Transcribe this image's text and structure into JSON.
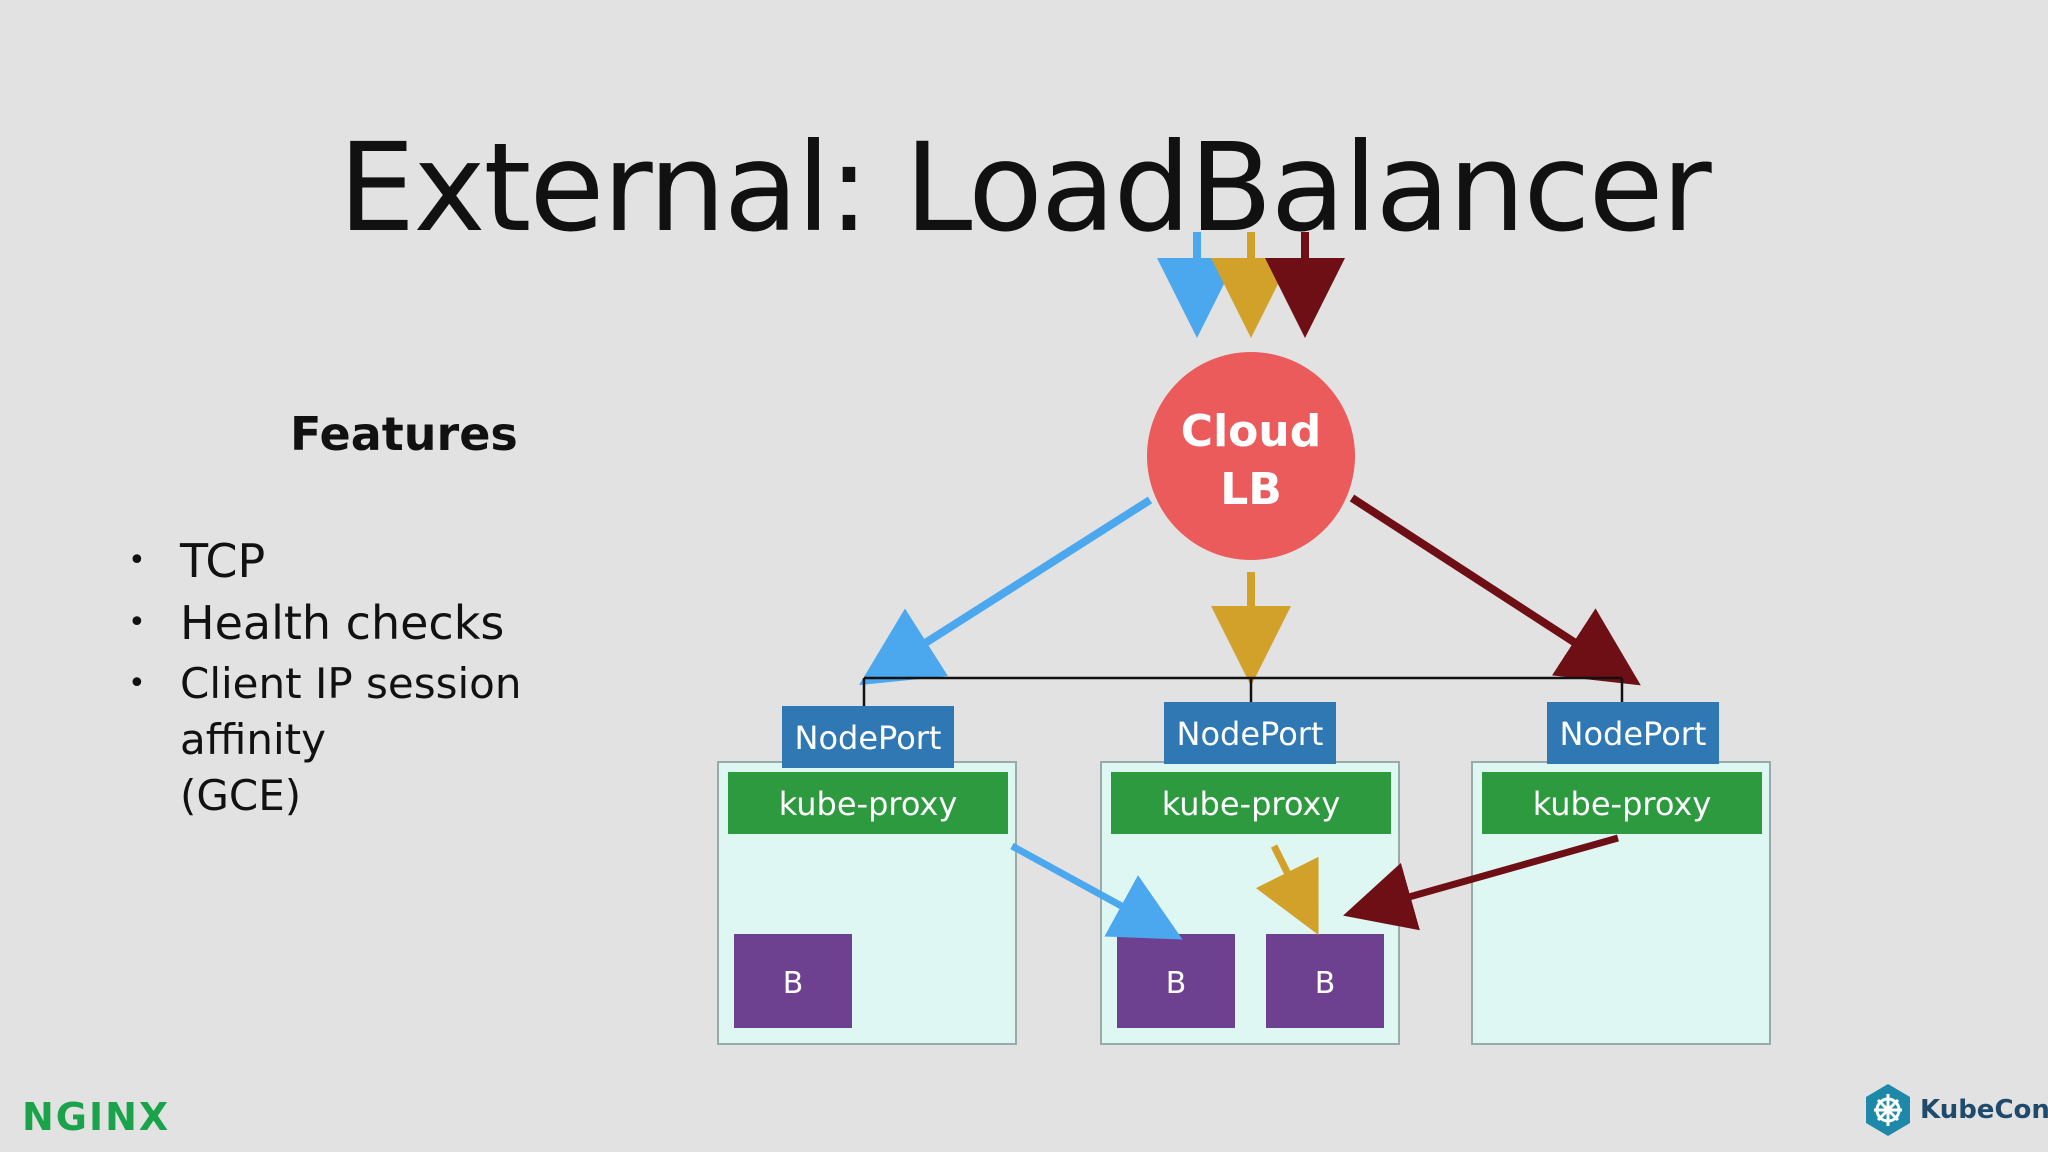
{
  "title": "External: LoadBalancer",
  "features": {
    "heading": "Features",
    "items": [
      "TCP",
      "Health checks",
      "Client IP session affinity",
      "(GCE)"
    ]
  },
  "diagram": {
    "lb_label_line1": "Cloud",
    "lb_label_line2": "LB",
    "nodes": [
      {
        "nodeport": "NodePort",
        "proxy": "kube-proxy",
        "pods": [
          "B"
        ]
      },
      {
        "nodeport": "NodePort",
        "proxy": "kube-proxy",
        "pods": [
          "B",
          "B"
        ]
      },
      {
        "nodeport": "NodePort",
        "proxy": "kube-proxy",
        "pods": []
      }
    ]
  },
  "colors": {
    "background": "#e2e2e2",
    "lb": "#eb5b5b",
    "nodeport": "#2f78b4",
    "proxy": "#2e9a3f",
    "pod": "#6e4190",
    "node_bg": "#dff7f3",
    "arrow_blue": "#4ca8ee",
    "arrow_gold": "#d2a12a",
    "arrow_dark": "#6d0f14"
  },
  "logos": {
    "left": "NGINX",
    "right": "KubeCon"
  }
}
